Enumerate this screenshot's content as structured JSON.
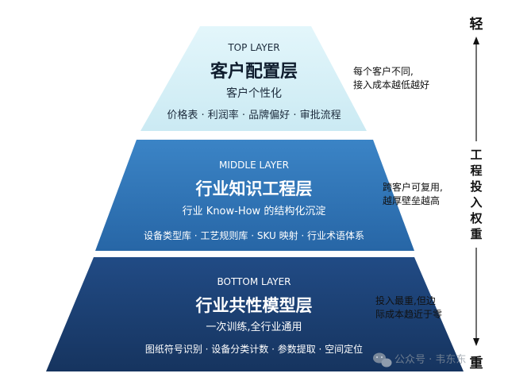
{
  "layers": {
    "top": {
      "tag": "TOP LAYER",
      "title": "客户配置层",
      "subtitle": "客户个性化",
      "items": "价格表 · 利润率 · 品牌偏好 · 审批流程",
      "note_line1": "每个客户不同,",
      "note_line2": "接入成本越低越好",
      "color": "#d6f0f7"
    },
    "middle": {
      "tag": "MIDDLE LAYER",
      "title": "行业知识工程层",
      "subtitle": "行业 Know-How 的结构化沉淀",
      "items": "设备类型库 · 工艺规则库 · SKU 映射 · 行业术语体系",
      "note_line1": "跨客户可复用,",
      "note_line2": "越厚壁垒越高",
      "color": "#2f73b5"
    },
    "bottom": {
      "tag": "BOTTOM LAYER",
      "title": "行业共性模型层",
      "subtitle": "一次训练,全行业通用",
      "items": "图纸符号识别 · 设备分类计数 · 参数提取 · 空间定位",
      "note_line1": "投入最重,但边",
      "note_line2": "际成本趋近于零",
      "color": "#1b3d6e"
    }
  },
  "axis": {
    "top_label": "轻",
    "bottom_label": "重",
    "label_chars": [
      "工",
      "程",
      "投",
      "入",
      "权",
      "重"
    ]
  },
  "watermark": {
    "text": "公众号 · 韦东东"
  }
}
